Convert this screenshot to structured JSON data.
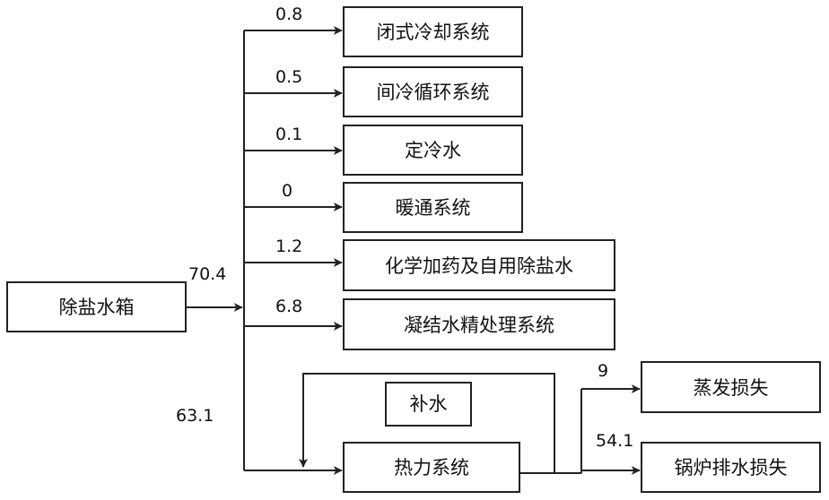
{
  "diagram": {
    "nodes": {
      "tank": "除盐水箱",
      "closed_cooling": "闭式冷却系统",
      "inter_cooling": "间冷循环系统",
      "stator_water": "定冷水",
      "hvac": "暖通系统",
      "chem_dosing": "化学加药及自用除盐水",
      "condensate": "凝结水精处理系统",
      "makeup": "补水",
      "thermal": "热力系统",
      "evaporation": "蒸发损失",
      "blowdown": "锅炉排水损失"
    },
    "flows": {
      "tank_total": "70.4",
      "closed_cooling": "0.8",
      "inter_cooling": "0.5",
      "stator_water": "0.1",
      "hvac": "0",
      "chem_dosing": "1.2",
      "condensate": "6.8",
      "thermal": "63.1",
      "evaporation": "9",
      "blowdown": "54.1"
    }
  }
}
